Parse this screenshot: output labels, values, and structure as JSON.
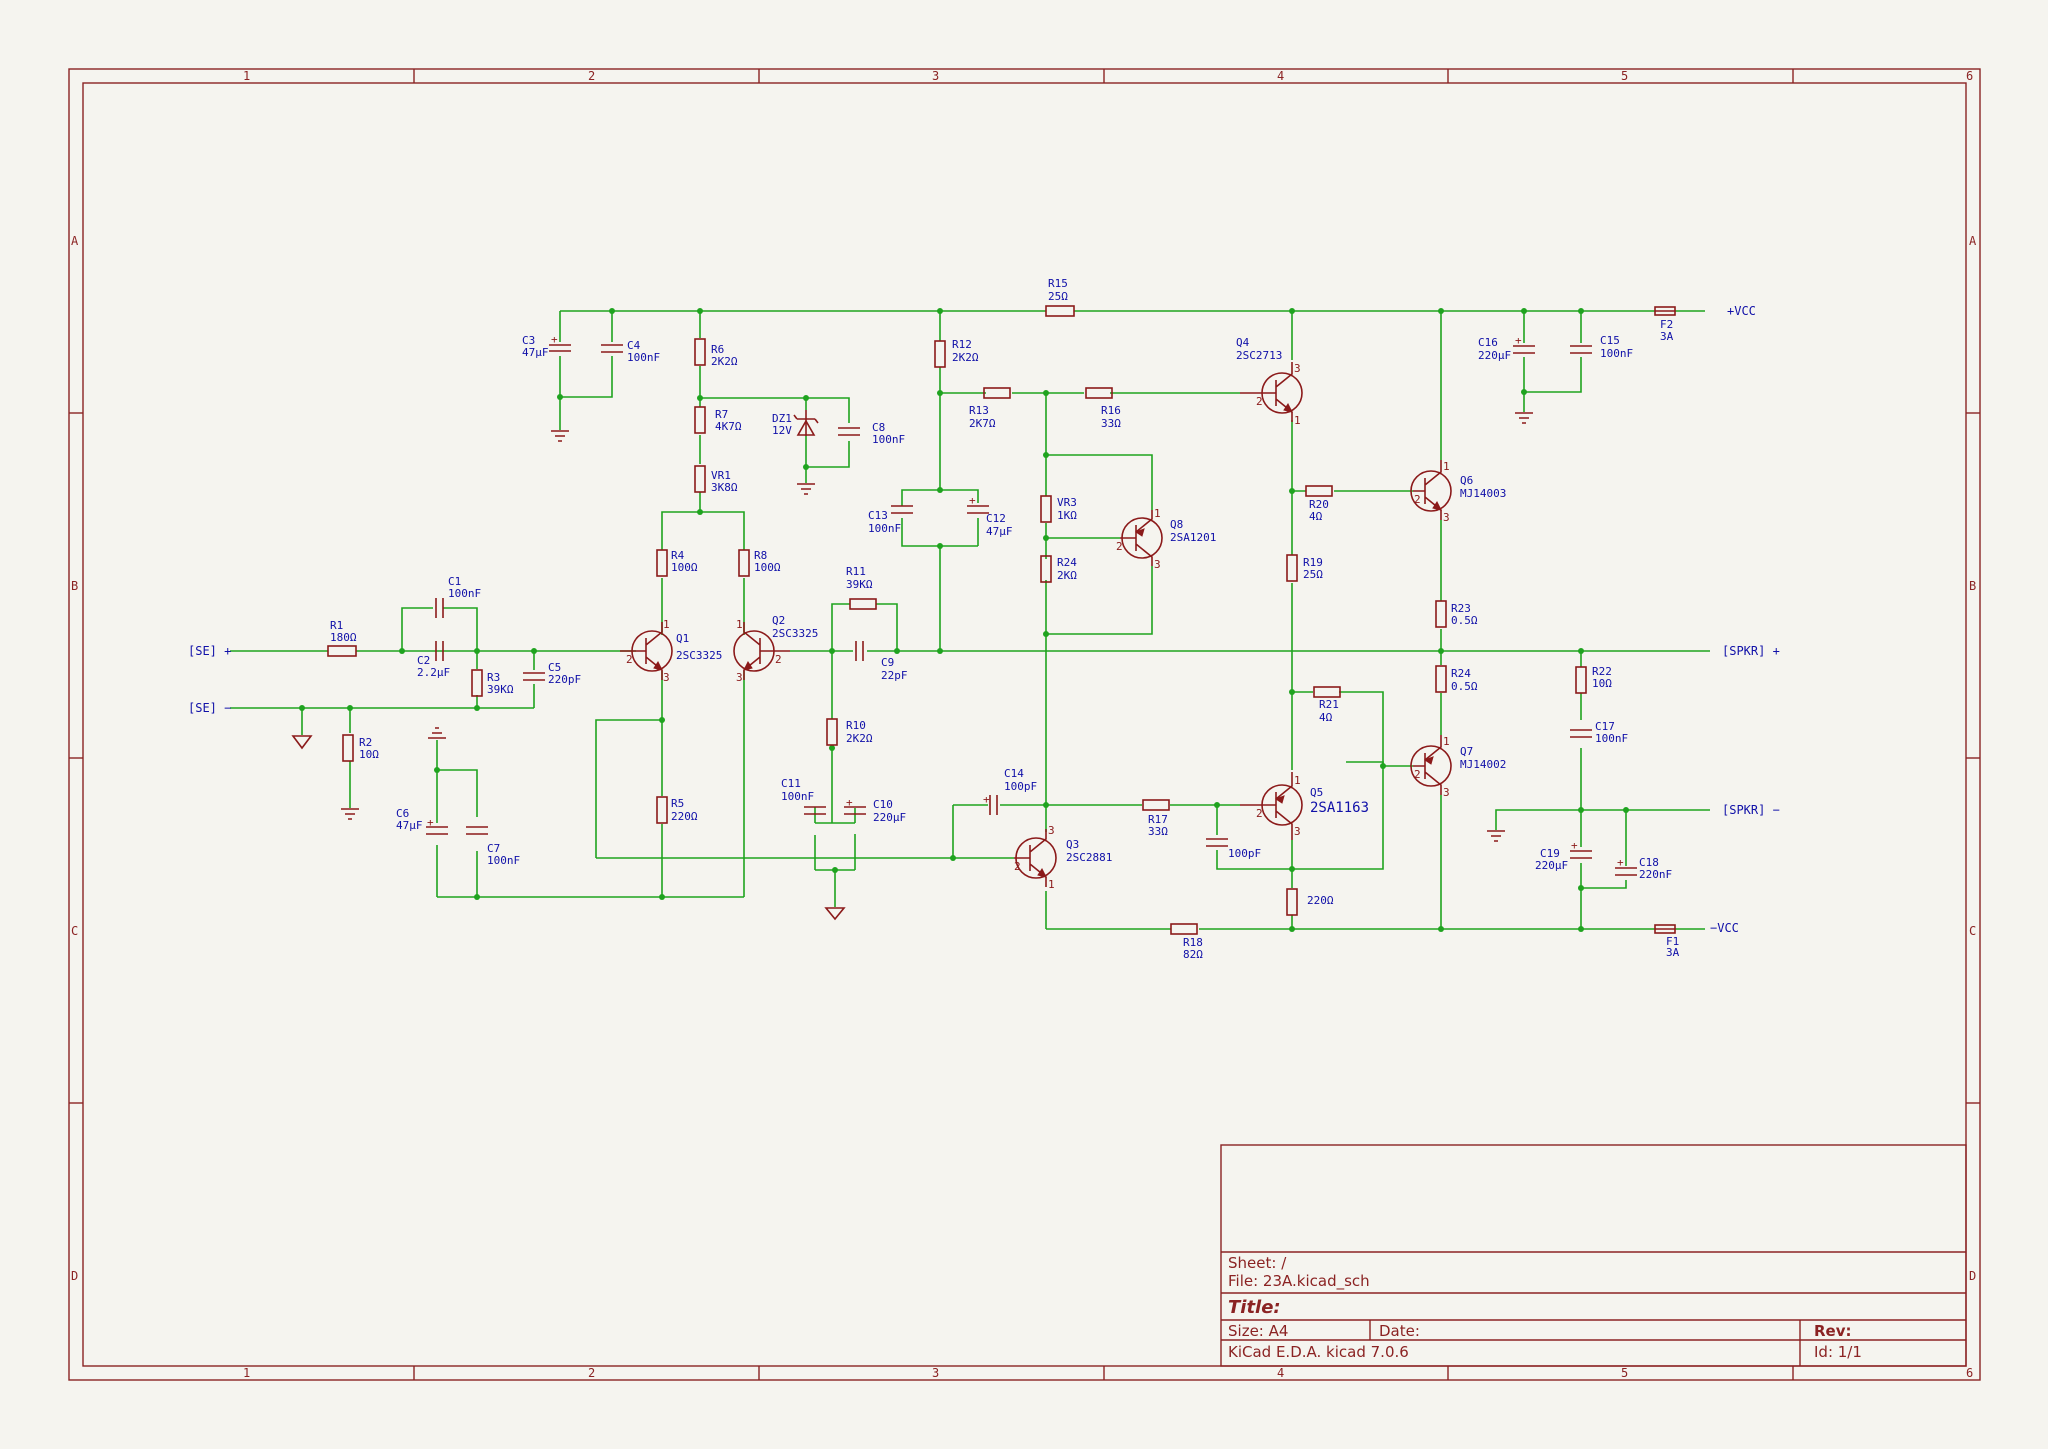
{
  "sheet": {
    "columns": [
      "1",
      "2",
      "3",
      "4",
      "5",
      "6"
    ],
    "rows": [
      "A",
      "B",
      "C",
      "D"
    ]
  },
  "title_block": {
    "sheet_label": "Sheet: /",
    "file_label": "File: 23A.kicad_sch",
    "title_label": "Title:",
    "size_label": "Size: A4",
    "date_label": "Date:",
    "rev_label": "Rev:",
    "generator_label": "KiCad E.D.A.  kicad 7.0.6",
    "id_label": "Id: 1/1"
  },
  "nets": {
    "se_plus": "[SE] +",
    "se_minus": "[SE] −",
    "vcc_plus": "+VCC",
    "vcc_minus": "−VCC",
    "spkr_plus": "[SPKR] +",
    "spkr_minus": "[SPKR] −"
  },
  "parts": {
    "C1": {
      "ref": "C1",
      "value": "100nF"
    },
    "C2": {
      "ref": "C2",
      "value": "2.2µF"
    },
    "C3": {
      "ref": "C3",
      "value": "47µF"
    },
    "C4": {
      "ref": "C4",
      "value": "100nF"
    },
    "C5": {
      "ref": "C5",
      "value": "220pF"
    },
    "C6": {
      "ref": "C6",
      "value": "47µF"
    },
    "C7": {
      "ref": "C7",
      "value": "100nF"
    },
    "C8": {
      "ref": "C8",
      "value": "100nF"
    },
    "C9": {
      "ref": "C9",
      "value": "22pF"
    },
    "C10": {
      "ref": "C10",
      "value": "220µF"
    },
    "C11": {
      "ref": "C11",
      "value": "100nF"
    },
    "C12": {
      "ref": "C12",
      "value": "47µF"
    },
    "C13": {
      "ref": "C13",
      "value": "100nF"
    },
    "C14": {
      "ref": "C14",
      "value": "100pF"
    },
    "C15": {
      "ref": "C15",
      "value": "100nF"
    },
    "C16": {
      "ref": "C16",
      "value": "220µF"
    },
    "C17": {
      "ref": "C17",
      "value": "100nF"
    },
    "C18": {
      "ref": "C18",
      "value": "220nF"
    },
    "C19": {
      "ref": "C19",
      "value": "220µF"
    },
    "Cx": {
      "ref": "",
      "value": "100pF"
    },
    "R1": {
      "ref": "R1",
      "value": "180Ω"
    },
    "R2": {
      "ref": "R2",
      "value": "10Ω"
    },
    "R3": {
      "ref": "R3",
      "value": "39KΩ"
    },
    "R4": {
      "ref": "R4",
      "value": "100Ω"
    },
    "R5": {
      "ref": "R5",
      "value": "220Ω"
    },
    "R6": {
      "ref": "R6",
      "value": "2K2Ω"
    },
    "R7": {
      "ref": "R7",
      "value": "4K7Ω"
    },
    "R8": {
      "ref": "R8",
      "value": "100Ω"
    },
    "R10": {
      "ref": "R10",
      "value": "2K2Ω"
    },
    "R11": {
      "ref": "R11",
      "value": "39KΩ"
    },
    "R12": {
      "ref": "R12",
      "value": "2K2Ω"
    },
    "R13": {
      "ref": "R13",
      "value": "2K7Ω"
    },
    "R15": {
      "ref": "R15",
      "value": "25Ω"
    },
    "R16": {
      "ref": "R16",
      "value": "33Ω"
    },
    "R17": {
      "ref": "R17",
      "value": "33Ω"
    },
    "R18": {
      "ref": "R18",
      "value": "82Ω"
    },
    "R19": {
      "ref": "R19",
      "value": "25Ω"
    },
    "R20": {
      "ref": "R20",
      "value": "4Ω"
    },
    "R21": {
      "ref": "R21",
      "value": "4Ω"
    },
    "R22": {
      "ref": "R22",
      "value": "10Ω"
    },
    "R23": {
      "ref": "R23",
      "value": "0.5Ω"
    },
    "R24a": {
      "ref": "R24",
      "value": "2KΩ"
    },
    "R24b": {
      "ref": "R24",
      "value": "0.5Ω"
    },
    "Rx": {
      "ref": "",
      "value": "220Ω"
    },
    "VR1": {
      "ref": "VR1",
      "value": "3K8Ω"
    },
    "VR3": {
      "ref": "VR3",
      "value": "1KΩ"
    },
    "DZ1": {
      "ref": "DZ1",
      "value": "12V"
    },
    "F1": {
      "ref": "F1",
      "value": "3A"
    },
    "F2": {
      "ref": "F2",
      "value": "3A"
    },
    "Q1": {
      "ref": "Q1",
      "value": "2SC3325"
    },
    "Q2": {
      "ref": "Q2",
      "value": "2SC3325"
    },
    "Q3": {
      "ref": "Q3",
      "value": "2SC2881"
    },
    "Q4": {
      "ref": "Q4",
      "value": "2SC2713"
    },
    "Q5": {
      "ref": "Q5",
      "value": "2SA1163"
    },
    "Q6": {
      "ref": "Q6",
      "value": "MJ14003"
    },
    "Q7": {
      "ref": "Q7",
      "value": "MJ14002"
    },
    "Q8": {
      "ref": "Q8",
      "value": "2SA1201"
    }
  },
  "pins": {
    "one": "1",
    "two": "2",
    "three": "3"
  },
  "colors": {
    "wire": "#1fa31f",
    "symbol": "#8b1a1a",
    "text": "#1010a8",
    "frame": "#8b2323",
    "paper": "#f5f4ef"
  }
}
